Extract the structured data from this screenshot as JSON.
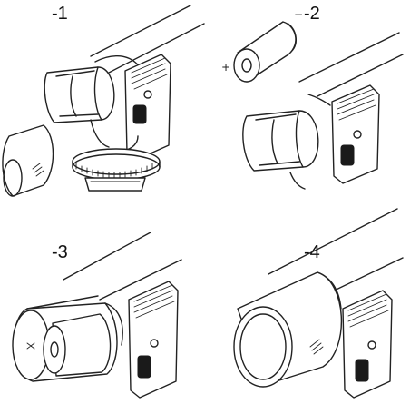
{
  "steps": [
    {
      "label": "-1"
    },
    {
      "label": "-2"
    },
    {
      "label": "-3"
    },
    {
      "label": "-4"
    }
  ],
  "battery_signs": {
    "minus": "−",
    "plus": "+"
  },
  "colors": {
    "ink": "#222222",
    "background": "#ffffff"
  }
}
